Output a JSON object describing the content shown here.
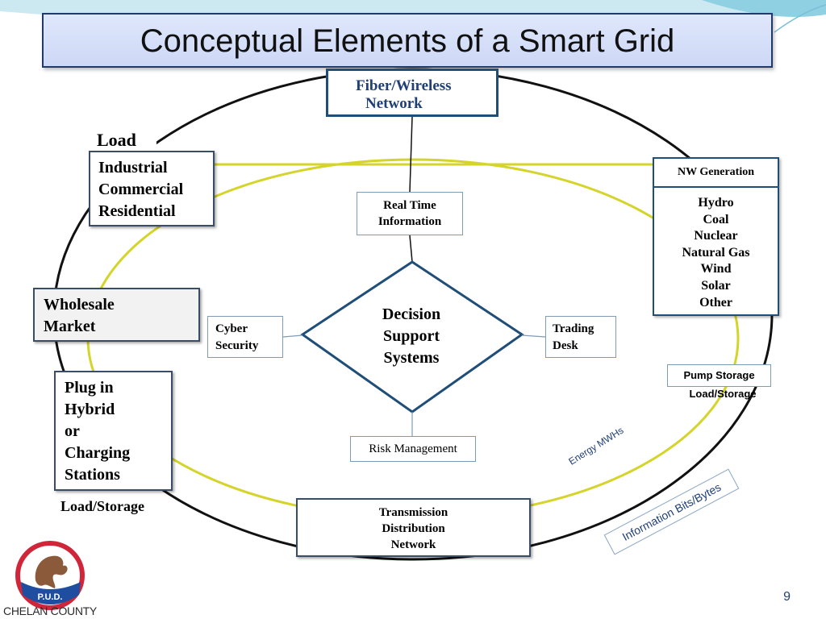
{
  "title": "Conceptual Elements of a Smart Grid",
  "network": {
    "line1": "Fiber/Wireless",
    "line2": "Network"
  },
  "load": {
    "title": "Load",
    "items": [
      "Industrial",
      "Commercial",
      "Residential"
    ]
  },
  "wholesale": {
    "line1": "Wholesale",
    "line2": "Market"
  },
  "plugin": {
    "lines": [
      "Plug in",
      "Hybrid",
      "or",
      "Charging",
      "Stations"
    ],
    "caption": "Load/Storage"
  },
  "realtime": {
    "line1": "Real Time",
    "line2": "Information"
  },
  "decision": {
    "lines": [
      "Decision",
      "Support",
      "Systems"
    ]
  },
  "cyber": {
    "line1": "Cyber",
    "line2": "Security"
  },
  "trading": {
    "line1": "Trading",
    "line2": "Desk"
  },
  "risk": {
    "label": "Risk Management"
  },
  "transmission": {
    "lines": [
      "Transmission",
      "Distribution",
      "Network"
    ]
  },
  "generation": {
    "title": "NW Generation",
    "items": [
      "Hydro",
      "Coal",
      "Nuclear",
      "Natural Gas",
      "Wind",
      "Solar",
      "Other"
    ]
  },
  "pump": {
    "label": "Pump Storage",
    "sub": "Load/Storage"
  },
  "energy_label": "Energy MWHs",
  "info_label": "Information Bits/Bytes",
  "page_number": "9",
  "logo": {
    "badge": "P.U.D.",
    "name": "CHELAN COUNTY"
  },
  "colors": {
    "energy_line": "#d4d42a",
    "info_line": "#111111",
    "box_border": "#1f4e79",
    "title_bg": "#d6dff8"
  }
}
